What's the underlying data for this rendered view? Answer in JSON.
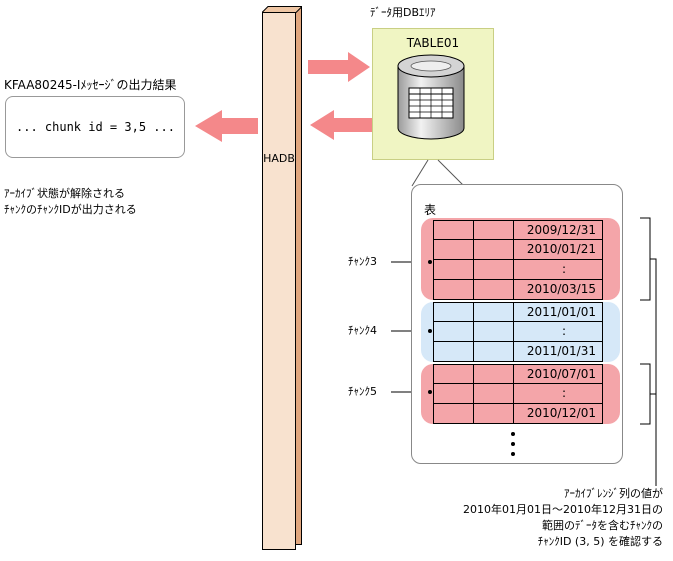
{
  "dbarea": {
    "label": "ﾃﾞｰﾀ用DBｴﾘｱ",
    "table_name": "TABLE01"
  },
  "hadb": {
    "label": "HADB"
  },
  "output": {
    "title": "KFAA80245-Iﾒｯｾｰｼﾞの出力結果",
    "message": "... chunk id = 3,5 ...",
    "note_line1": "ｱｰｶｲﾌﾞ状態が解除される",
    "note_line2": "ﾁｬﾝｸのﾁｬﾝｸIDが出力される"
  },
  "table": {
    "label": "表",
    "chunks": [
      {
        "label": "ﾁｬﾝｸ3",
        "rows": [
          "2009/12/31",
          "2010/01/21",
          ":",
          "2010/03/15"
        ]
      },
      {
        "label": "ﾁｬﾝｸ4",
        "rows": [
          "2011/01/01",
          ":",
          "2011/01/31"
        ]
      },
      {
        "label": "ﾁｬﾝｸ5",
        "rows": [
          "2010/07/01",
          ":",
          "2010/12/01"
        ]
      }
    ]
  },
  "colors": {
    "archived_chunk": "#f4a5a9",
    "normal_chunk": "#d6e8f8",
    "db_area": "#f0f5c3",
    "arrow": "#f4888a",
    "hadb": "#f8e2cf"
  },
  "note": {
    "line1": "ｱｰｶｲﾌﾞﾚﾝｼﾞ列の値が",
    "line2": "2010年01月01日～2010年12月31日の",
    "line3": "範囲のﾃﾞｰﾀを含むﾁｬﾝｸの",
    "line4": "ﾁｬﾝｸID (3, 5) を確認する"
  }
}
